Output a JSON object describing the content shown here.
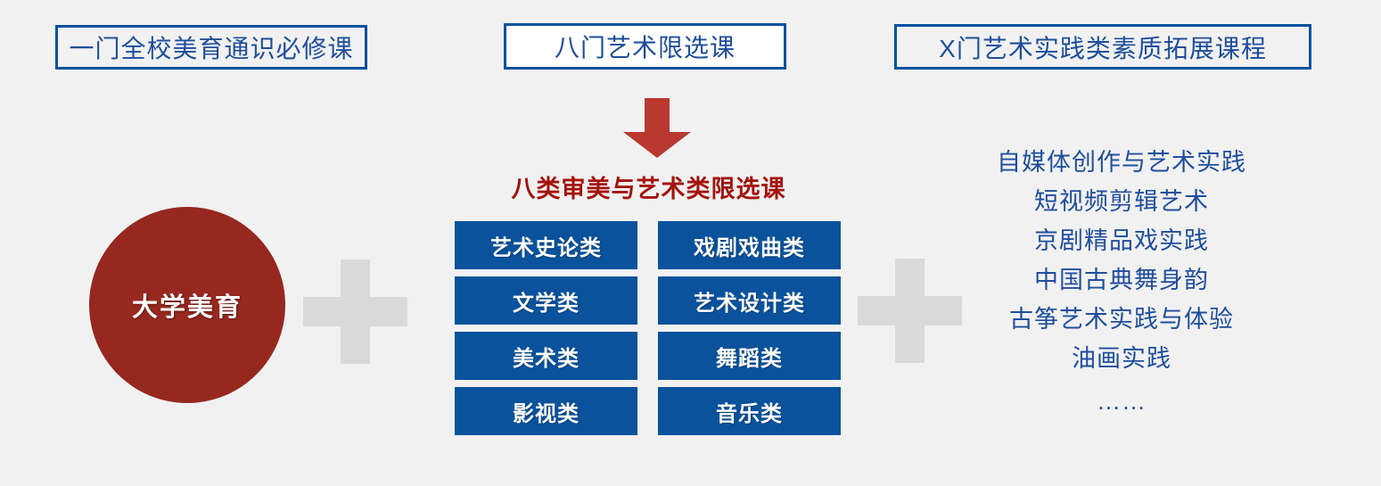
{
  "page": {
    "background_color": "#f1f1f1",
    "accent_blue": "#0a529c",
    "outline_blue": "#00519e",
    "text_blue": "#1f4e9c",
    "accent_red": "#96281f",
    "heading_red": "#a3130d",
    "plus_gray": "#d9d9d9"
  },
  "headers": [
    {
      "label": "一门全校美育通识必修课",
      "style": "hollow"
    },
    {
      "label": "八门艺术限选课",
      "style": "filled"
    },
    {
      "label": "X门艺术实践类素质拓展课程",
      "style": "hollow"
    }
  ],
  "arrow": {
    "icon": "down-arrow-icon",
    "color": "#b93830"
  },
  "section": {
    "heading": "八类审美与艺术类限选课"
  },
  "circle": {
    "label": "大学美育"
  },
  "operators": [
    {
      "icon": "plus-icon",
      "label": "+"
    },
    {
      "icon": "plus-icon",
      "label": "+"
    }
  ],
  "categories": [
    {
      "label": "艺术史论类"
    },
    {
      "label": "戏剧戏曲类"
    },
    {
      "label": "文学类"
    },
    {
      "label": "艺术设计类"
    },
    {
      "label": "美术类"
    },
    {
      "label": "舞蹈类"
    },
    {
      "label": "影视类"
    },
    {
      "label": "音乐类"
    }
  ],
  "practice_courses": {
    "items": [
      "自媒体创作与艺术实践",
      "短视频剪辑艺术",
      "京剧精品戏实践",
      "中国古典舞身韵",
      "古筝艺术实践与体验",
      "油画实践"
    ],
    "ellipsis": "……"
  }
}
